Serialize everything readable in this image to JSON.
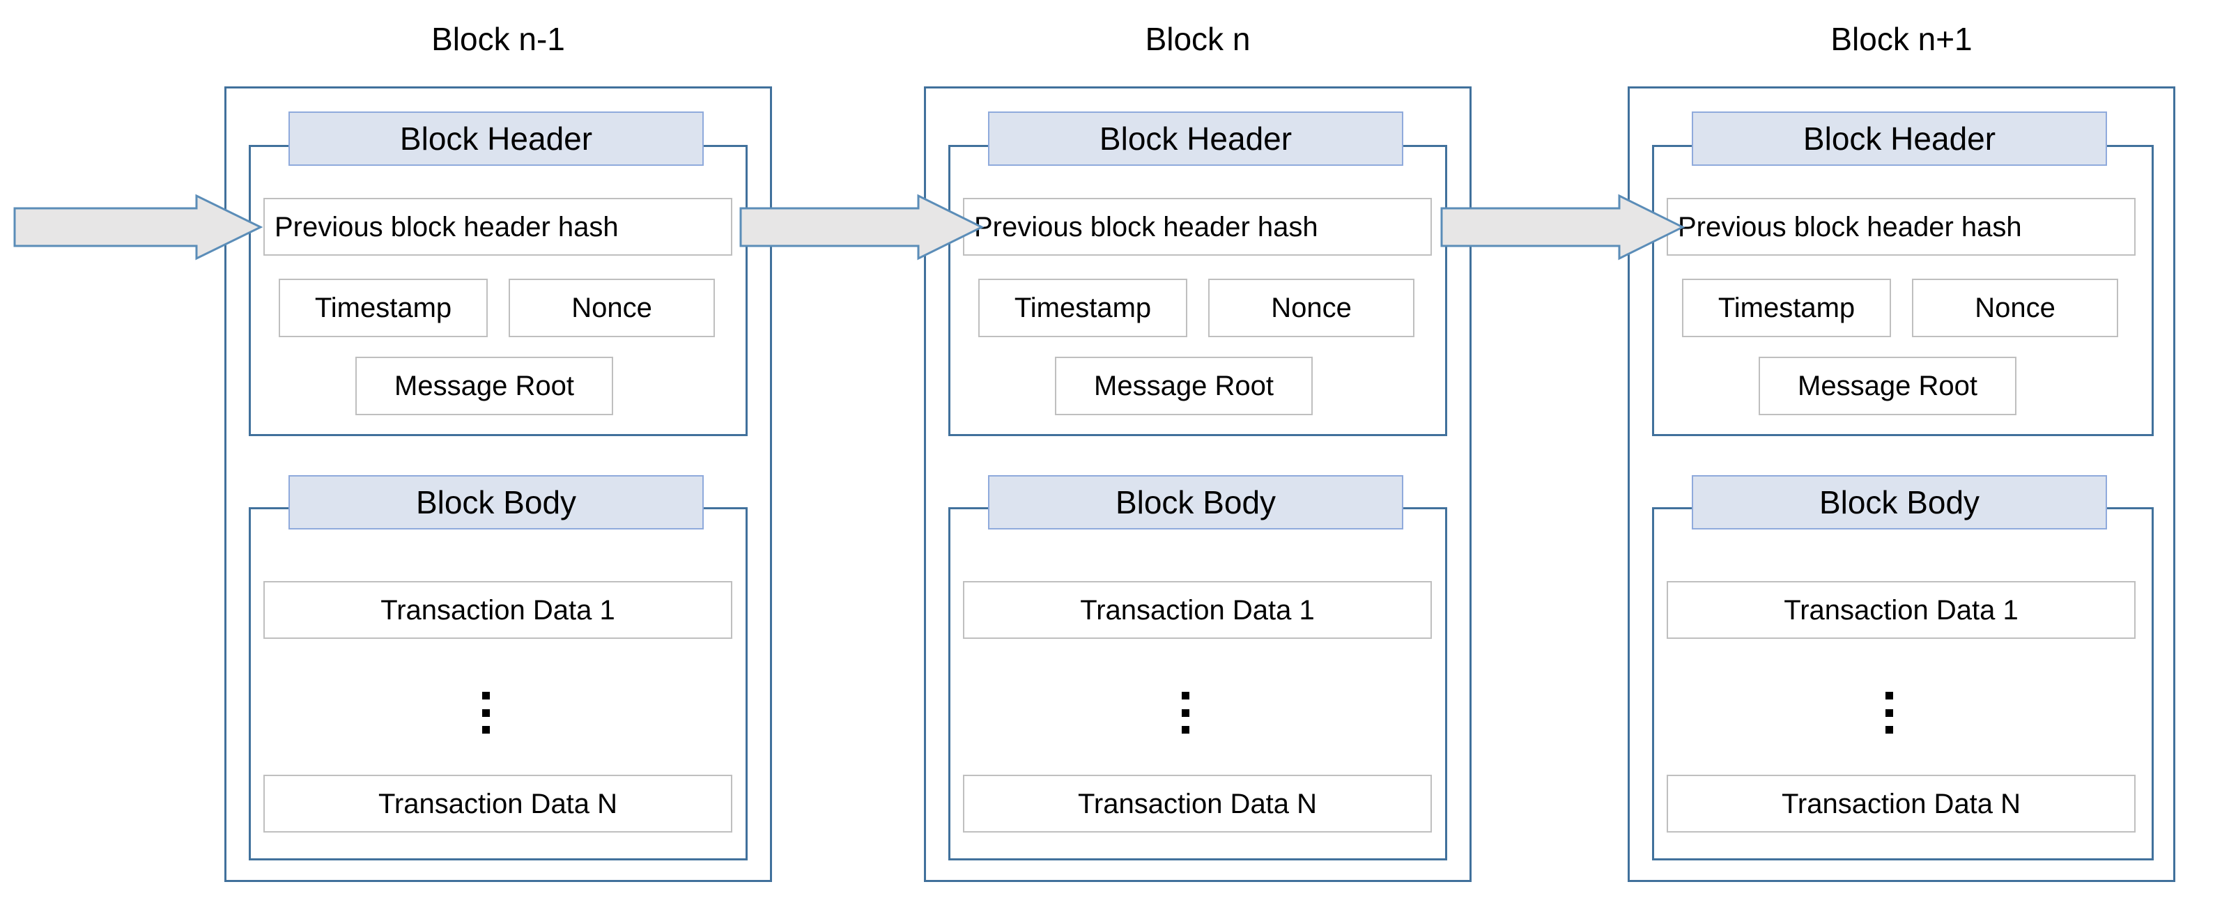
{
  "diagram": {
    "title_style": "blockchain-structure",
    "colors": {
      "block_border": "#41719c",
      "caption_fill": "#dce3ef",
      "caption_border": "#8faadc",
      "field_border": "#bfbfbf",
      "arrow_fill": "#e7e6e6",
      "arrow_border": "#5b8db8",
      "background": "#ffffff",
      "text": "#000000"
    },
    "blocks": [
      {
        "title": "Block n-1",
        "header": {
          "caption": "Block Header",
          "prev_hash": "Previous block header hash",
          "timestamp": "Timestamp",
          "nonce": "Nonce",
          "message_root": "Message Root"
        },
        "body": {
          "caption": "Block Body",
          "first_transaction": "Transaction Data 1",
          "ellipsis": "vertical-ellipsis",
          "last_transaction": "Transaction Data N"
        }
      },
      {
        "title": "Block n",
        "header": {
          "caption": "Block Header",
          "prev_hash": "Previous block header hash",
          "timestamp": "Timestamp",
          "nonce": "Nonce",
          "message_root": "Message Root"
        },
        "body": {
          "caption": "Block Body",
          "first_transaction": "Transaction Data 1",
          "ellipsis": "vertical-ellipsis",
          "last_transaction": "Transaction Data N"
        }
      },
      {
        "title": "Block n+1",
        "header": {
          "caption": "Block Header",
          "prev_hash": "Previous block header hash",
          "timestamp": "Timestamp",
          "nonce": "Nonce",
          "message_root": "Message Root"
        },
        "body": {
          "caption": "Block Body",
          "first_transaction": "Transaction Data 1",
          "ellipsis": "vertical-ellipsis",
          "last_transaction": "Transaction Data N"
        }
      }
    ],
    "arrows": [
      {
        "name": "chain-arrow-incoming",
        "direction": "right"
      },
      {
        "name": "chain-arrow-n-minus-1-to-n",
        "direction": "right"
      },
      {
        "name": "chain-arrow-n-to-n-plus-1",
        "direction": "right"
      }
    ]
  }
}
